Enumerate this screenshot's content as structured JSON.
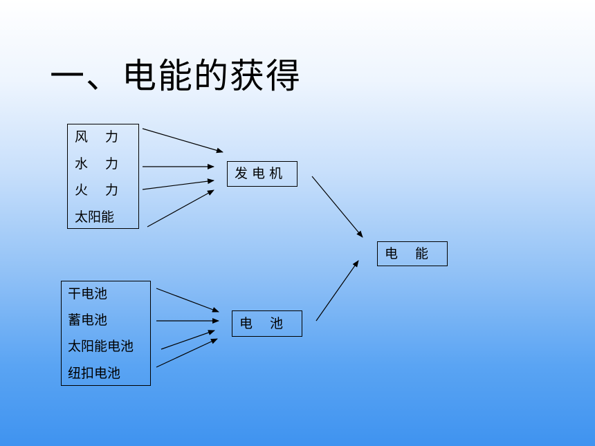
{
  "title": "一、电能的获得",
  "group1": {
    "items": [
      "风　 力",
      "水　 力",
      "火　 力",
      "太阳能"
    ],
    "target": "发 电 机"
  },
  "group2": {
    "items": [
      "干电池",
      "蓄电池",
      "太阳能电池",
      "纽扣电池"
    ],
    "target": "电　 池"
  },
  "result": "电　 能"
}
